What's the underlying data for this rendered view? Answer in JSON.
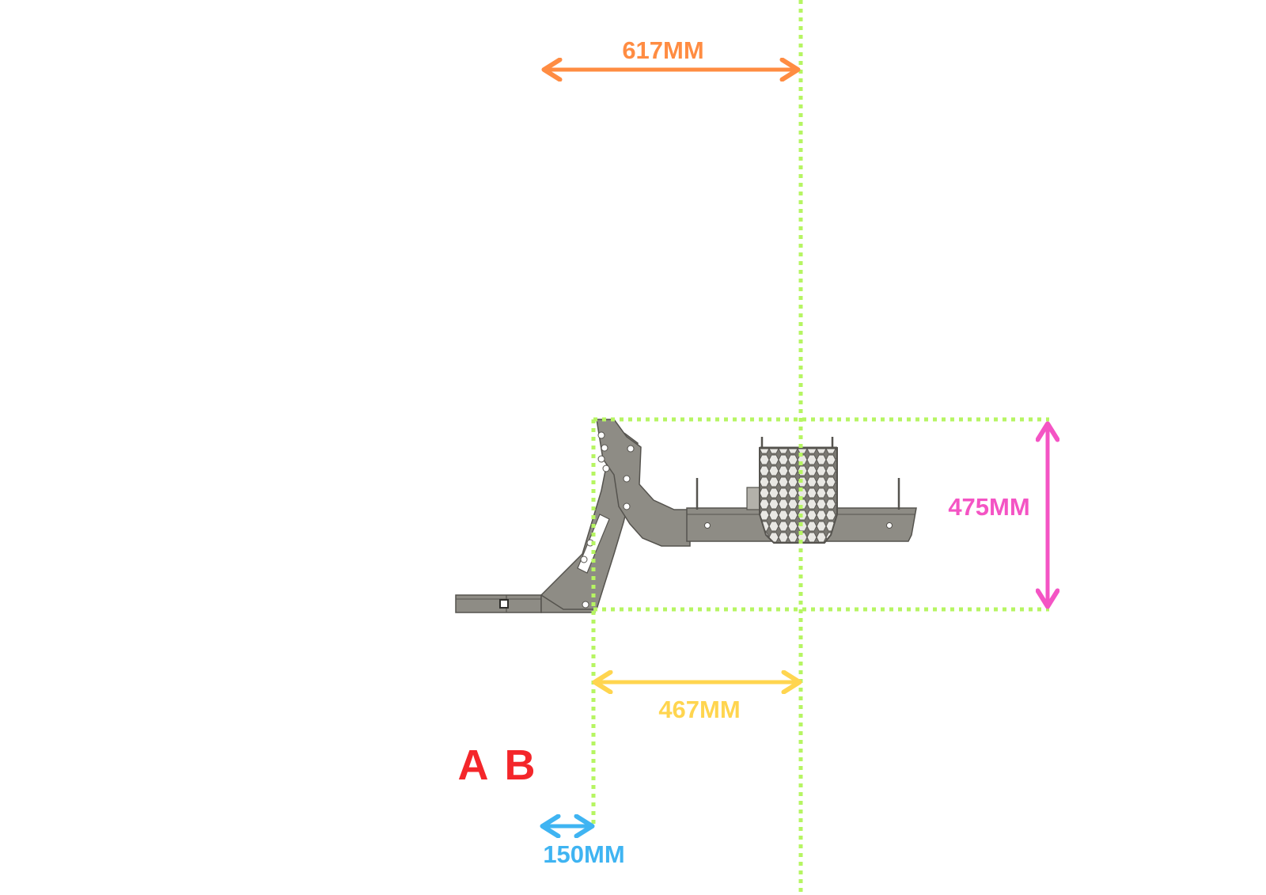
{
  "colors": {
    "guide": "#b6f562",
    "orange": "#ff8c42",
    "pink": "#f454c4",
    "yellow": "#ffd54f",
    "blue": "#3fb4f2",
    "red": "#f4262a",
    "part_fill": "#8e8c85",
    "part_stroke": "#55534e"
  },
  "dimensions": {
    "top_width": "617MM",
    "height": "475MM",
    "bottom_width": "467MM",
    "offset": "150MM"
  },
  "markers": {
    "a": "A",
    "b": "B"
  },
  "icons": {
    "part": "bracket-assembly-icon"
  }
}
